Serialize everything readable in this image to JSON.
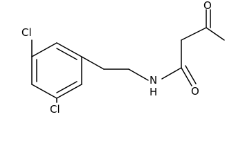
{
  "molecule": {
    "atoms": {
      "cl_top": "Cl",
      "cl_bottom": "Cl",
      "nh": "N",
      "nh_h": "H",
      "o_amide": "O",
      "o_ketone": "O"
    }
  }
}
